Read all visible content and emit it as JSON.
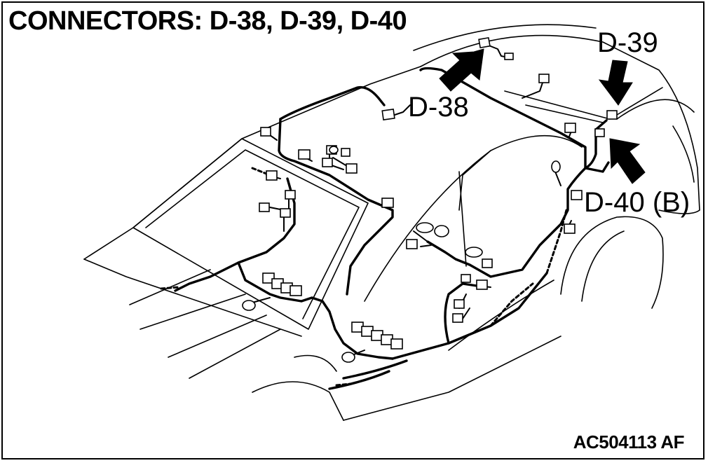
{
  "title": "CONNECTORS: D-38, D-39, D-40",
  "labels": {
    "d38": "D-38",
    "d39": "D-39",
    "d40": "D-40 (B)"
  },
  "figure_code": "AC504113 AF",
  "colors": {
    "line": "#000000",
    "background": "#ffffff",
    "connector_fill": "#ffffff"
  }
}
